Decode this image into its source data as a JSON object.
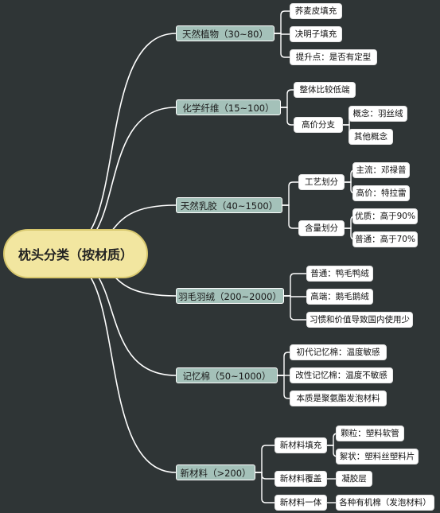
{
  "root": "枕头分类（按材质）",
  "branches": [
    {
      "label": "天然植物（30~80）",
      "children": [
        {
          "label": "荞麦皮填充"
        },
        {
          "label": "决明子填充"
        },
        {
          "label": "提升点：是否有定型"
        }
      ]
    },
    {
      "label": "化学纤维（15~100）",
      "children": [
        {
          "label": "整体比较低端"
        },
        {
          "label": "高价分支",
          "children": [
            {
              "label": "概念：羽丝绒"
            },
            {
              "label": "其他概念"
            }
          ]
        }
      ]
    },
    {
      "label": "天然乳胶（40~1500）",
      "children": [
        {
          "label": "工艺划分",
          "children": [
            {
              "label": "主流：邓禄普"
            },
            {
              "label": "高价：特拉雷"
            }
          ]
        },
        {
          "label": "含量划分",
          "children": [
            {
              "label": "优质：高于90%"
            },
            {
              "label": "普通：高于70%"
            }
          ]
        }
      ]
    },
    {
      "label": "羽毛羽绒（200~2000）",
      "children": [
        {
          "label": "普通：鸭毛鸭绒"
        },
        {
          "label": "高端：鹅毛鹅绒"
        },
        {
          "label": "习惯和价值导致国内使用少"
        }
      ]
    },
    {
      "label": "记忆棉（50~1000）",
      "children": [
        {
          "label": "初代记忆棉：温度敏感"
        },
        {
          "label": "改性记忆棉：温度不敏感"
        },
        {
          "label": "本质是聚氨酯发泡材料"
        }
      ]
    },
    {
      "label": "新材料（>200）",
      "children": [
        {
          "label": "新材料填充",
          "children": [
            {
              "label": "颗粒：塑料软管"
            },
            {
              "label": "絮状：塑料丝塑料片"
            }
          ]
        },
        {
          "label": "新材料覆盖",
          "children": [
            {
              "label": "凝胶层"
            }
          ]
        },
        {
          "label": "新材料一体",
          "children": [
            {
              "label": "各种有机棉（发泡材料）"
            }
          ]
        }
      ]
    }
  ]
}
